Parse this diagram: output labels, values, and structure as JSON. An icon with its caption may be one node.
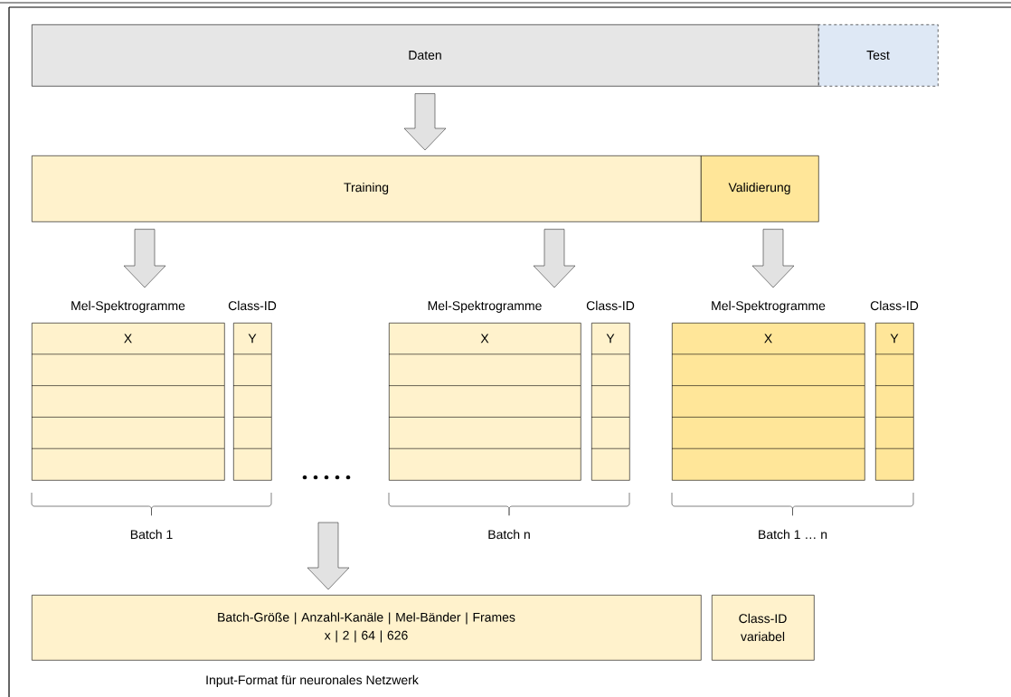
{
  "diagram": {
    "nodes": [
      {
        "text": [
          "Daten"
        ]
      },
      {
        "text": [
          "Test"
        ]
      },
      {
        "text": [
          "Training"
        ]
      },
      {
        "text": [
          "Validierung"
        ]
      },
      {
        "text": [
          "Mel-Spektrogramme",
          "X"
        ]
      },
      {
        "text": [
          "Class-ID",
          "Y"
        ]
      },
      {
        "text": [
          "Mel-Spektrogramme",
          "X"
        ]
      },
      {
        "text": [
          "Class-ID",
          "Y"
        ]
      },
      {
        "text": [
          "Mel-Spektrogramme",
          "X"
        ]
      },
      {
        "text": [
          "Class-ID",
          "Y"
        ]
      },
      {
        "text": [
          "Batch-Größe | Anzahl-Kanäle | Mel-Bänder | Frames",
          "x | 2 | 64 | 626"
        ],
        "beside": [
          "Input-Format für neuronales Netzwerk"
        ]
      },
      {
        "text": [
          "Class-ID variabel"
        ]
      }
    ],
    "edges": [
      {
        "from": 0,
        "to": 2,
        "arrow": "to"
      },
      {
        "from": 2,
        "to": 4,
        "arrow": "to"
      },
      {
        "from": 2,
        "to": 6,
        "arrow": "to"
      },
      {
        "from": 3,
        "to": 8,
        "arrow": "to"
      },
      {
        "from": null,
        "to": 10,
        "arrow": "to"
      }
    ],
    "labels": [
      "Batch 1",
      "Batch n",
      "Batch 1 … n"
    ]
  }
}
